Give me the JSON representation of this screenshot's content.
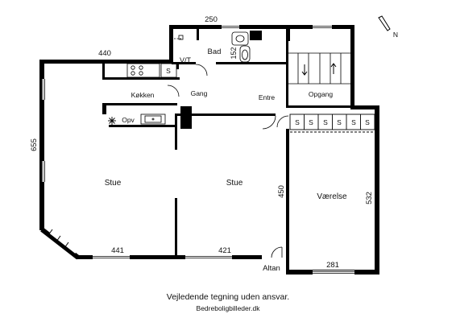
{
  "plan": {
    "rooms": {
      "kitchen": "Køkken",
      "hall": "Gang",
      "entrance": "Entre",
      "bath": "Bad",
      "vt": "V/T",
      "stairs": "Opgang",
      "living1": "Stue",
      "living2": "Stue",
      "room": "Værelse",
      "balcony": "Altan"
    },
    "appliances": {
      "dishwasher": "Opv",
      "storage": "S"
    },
    "dimensions": {
      "bath_width": "250",
      "kitchen_width": "440",
      "bath_depth": "152",
      "left_height": "655",
      "room_height": "532",
      "middle_height": "450",
      "bottom_left": "441",
      "bottom_mid": "421",
      "bottom_right": "281"
    },
    "compass": "N"
  },
  "caption": {
    "disclaimer": "Vejledende tegning uden ansvar.",
    "source": "Bedreboligbilleder.dk"
  },
  "colors": {
    "wall": "#000000",
    "background": "#ffffff"
  }
}
